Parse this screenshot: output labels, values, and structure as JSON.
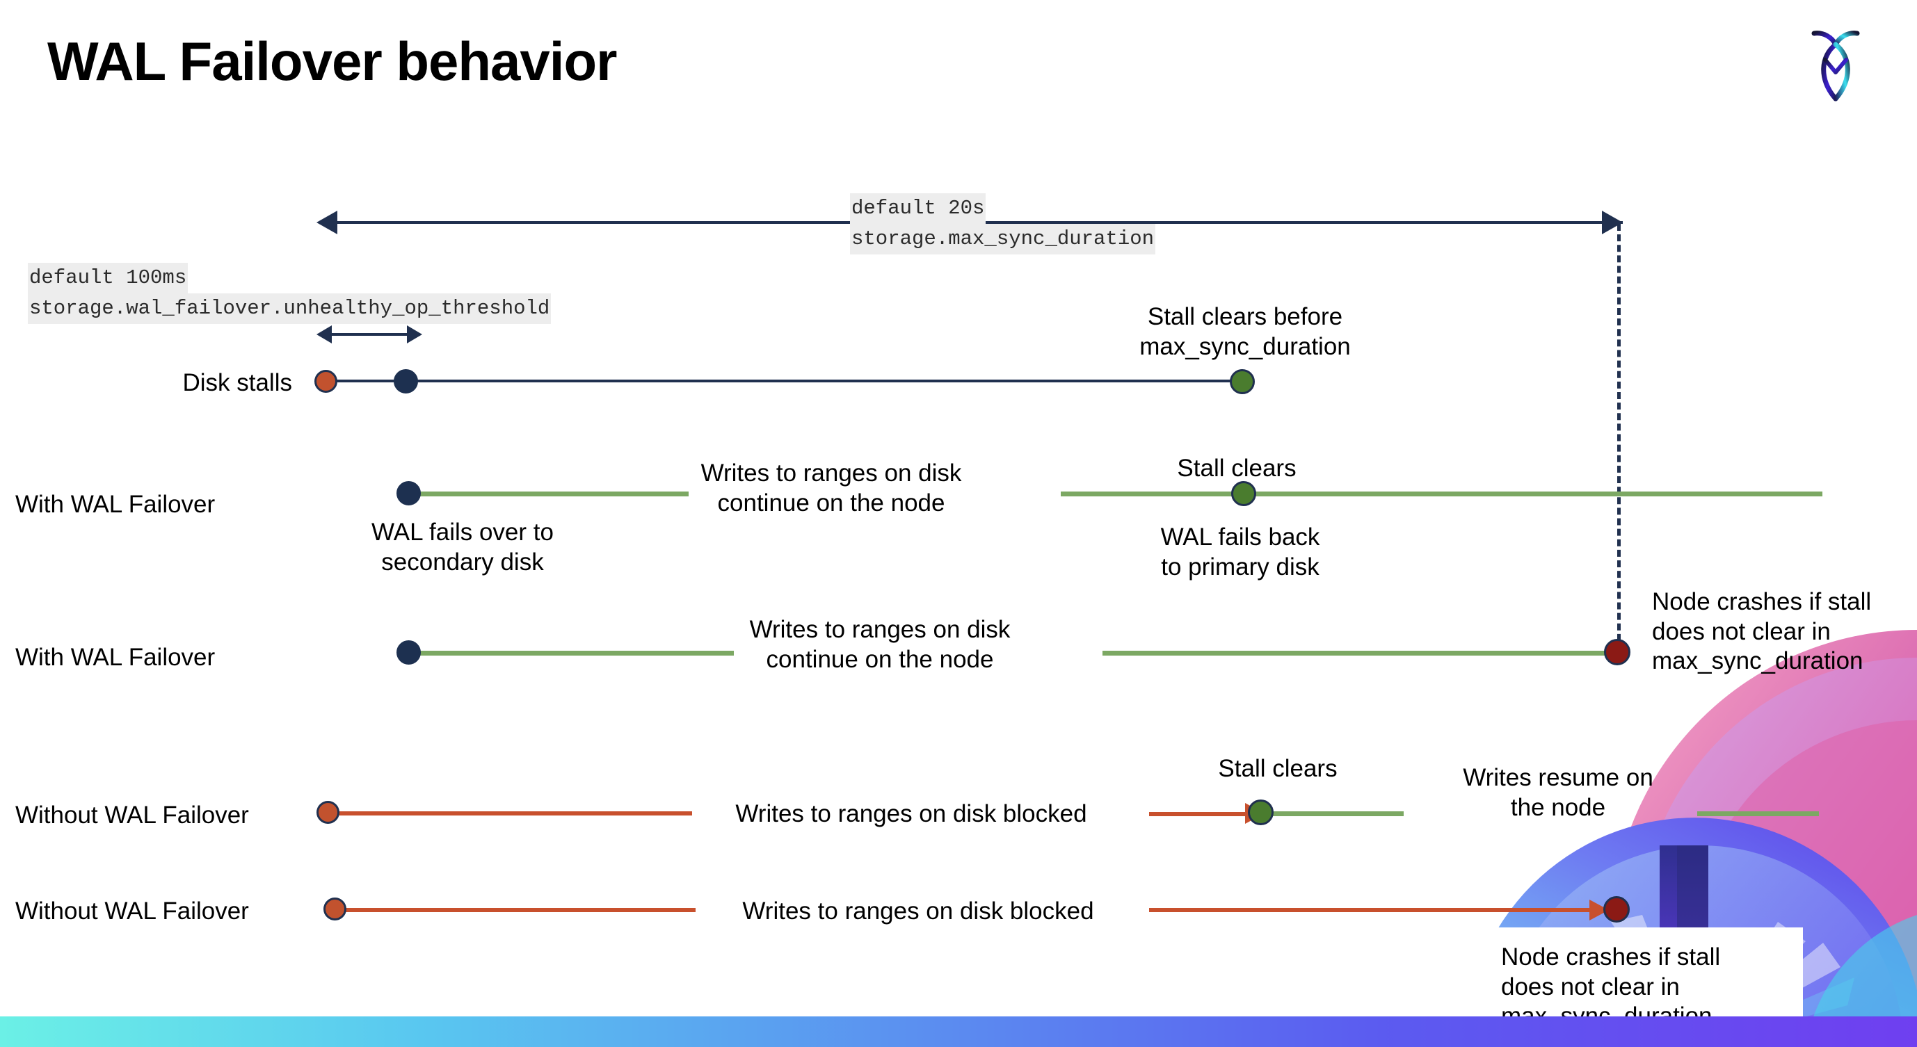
{
  "slide": {
    "title": "WAL Failover behavior",
    "logo_name": "cockroachdb-logo"
  },
  "chart_data": {
    "type": "diagram",
    "title": "WAL Failover behavior",
    "description": "Timeline diagram comparing node behavior during a disk stall with and without WAL failover enabled.",
    "cluster_settings": [
      {
        "default_label": "default 20s",
        "setting_name": "storage.max_sync_duration"
      },
      {
        "default_label": "default 100ms",
        "setting_name": "storage.wal_failover.unhealthy_op_threshold"
      }
    ],
    "rows": [
      {
        "row_label": "Disk stalls",
        "line_color": "#20304F",
        "markers": [
          {
            "kind": "stall-start",
            "color": "#C2522E"
          },
          {
            "kind": "unhealthy-threshold",
            "color": "#1D3050"
          },
          {
            "kind": "stall-clears",
            "color": "#4A7C2E"
          }
        ],
        "annotations": [
          "Stall clears before\nmax_sync_duration"
        ]
      },
      {
        "row_label": "With WAL Failover",
        "line_color": "#7CA863",
        "markers": [
          {
            "kind": "failover",
            "color": "#1D3050"
          },
          {
            "kind": "stall-clears",
            "color": "#4A7C2E"
          }
        ],
        "annotations": [
          "WAL fails over to\nsecondary disk",
          "Writes to ranges on disk\ncontinue on the node",
          "Stall clears",
          "WAL fails  back\nto primary disk"
        ]
      },
      {
        "row_label": "With WAL Failover",
        "line_color": "#7CA863",
        "markers": [
          {
            "kind": "failover",
            "color": "#1D3050"
          },
          {
            "kind": "node-crash",
            "color": "#8B1A15"
          }
        ],
        "annotations": [
          "Writes to ranges on disk\ncontinue on the node",
          "Node crashes if stall\ndoes not clear in\nmax_sync_duration"
        ]
      },
      {
        "row_label": "Without WAL Failover",
        "line_color": "#C8502D",
        "markers": [
          {
            "kind": "stall-start",
            "color": "#C2522E"
          },
          {
            "kind": "stall-clears",
            "color": "#4A7C2E"
          }
        ],
        "annotations": [
          "Writes to ranges on disk  blocked",
          "Stall clears",
          "Writes resume on\nthe node"
        ]
      },
      {
        "row_label": "Without WAL Failover",
        "line_color": "#C8502D",
        "markers": [
          {
            "kind": "stall-start",
            "color": "#C2522E"
          },
          {
            "kind": "node-crash",
            "color": "#8B1A15"
          }
        ],
        "annotations": [
          "Writes to ranges on disk  blocked",
          "Node crashes if stall\ndoes not clear in\nmax_sync_duration"
        ]
      }
    ],
    "colors": {
      "navy": "#20304F",
      "orange_marker": "#C2522E",
      "orange_line": "#C8502D",
      "green_line": "#7CA863",
      "green_marker": "#4A7C2E",
      "dark_red": "#8B1A15",
      "code_chip_bg": "#EDEDED"
    }
  },
  "text": {
    "setting_top_default": "default 20s",
    "setting_top_name": "storage.max_sync_duration",
    "setting_left_default": "default 100ms",
    "setting_left_name": "storage.wal_failover.unhealthy_op_threshold",
    "row1_label": "Disk stalls",
    "row1_note": "Stall clears before\nmax_sync_duration",
    "row2_label": "With WAL Failover",
    "row2_note_a": "WAL fails over to\nsecondary disk",
    "row2_note_b": "Writes to ranges on disk\ncontinue on the node",
    "row2_note_c": "Stall clears",
    "row2_note_d": "WAL fails  back\nto primary disk",
    "row3_label": "With WAL Failover",
    "row3_note_a": "Writes to ranges on disk\ncontinue on the node",
    "row3_note_b": "Node crashes if stall\ndoes not clear in\nmax_sync_duration",
    "row4_label": "Without WAL Failover",
    "row4_note_a": "Writes to ranges on disk  blocked",
    "row4_note_b": "Stall clears",
    "row4_note_c": "Writes resume on\nthe node",
    "row5_label": "Without WAL Failover",
    "row5_note_a": "Writes to ranges on disk  blocked",
    "row5_note_b": "Node crashes if stall\ndoes not clear in\nmax_sync_duration"
  }
}
